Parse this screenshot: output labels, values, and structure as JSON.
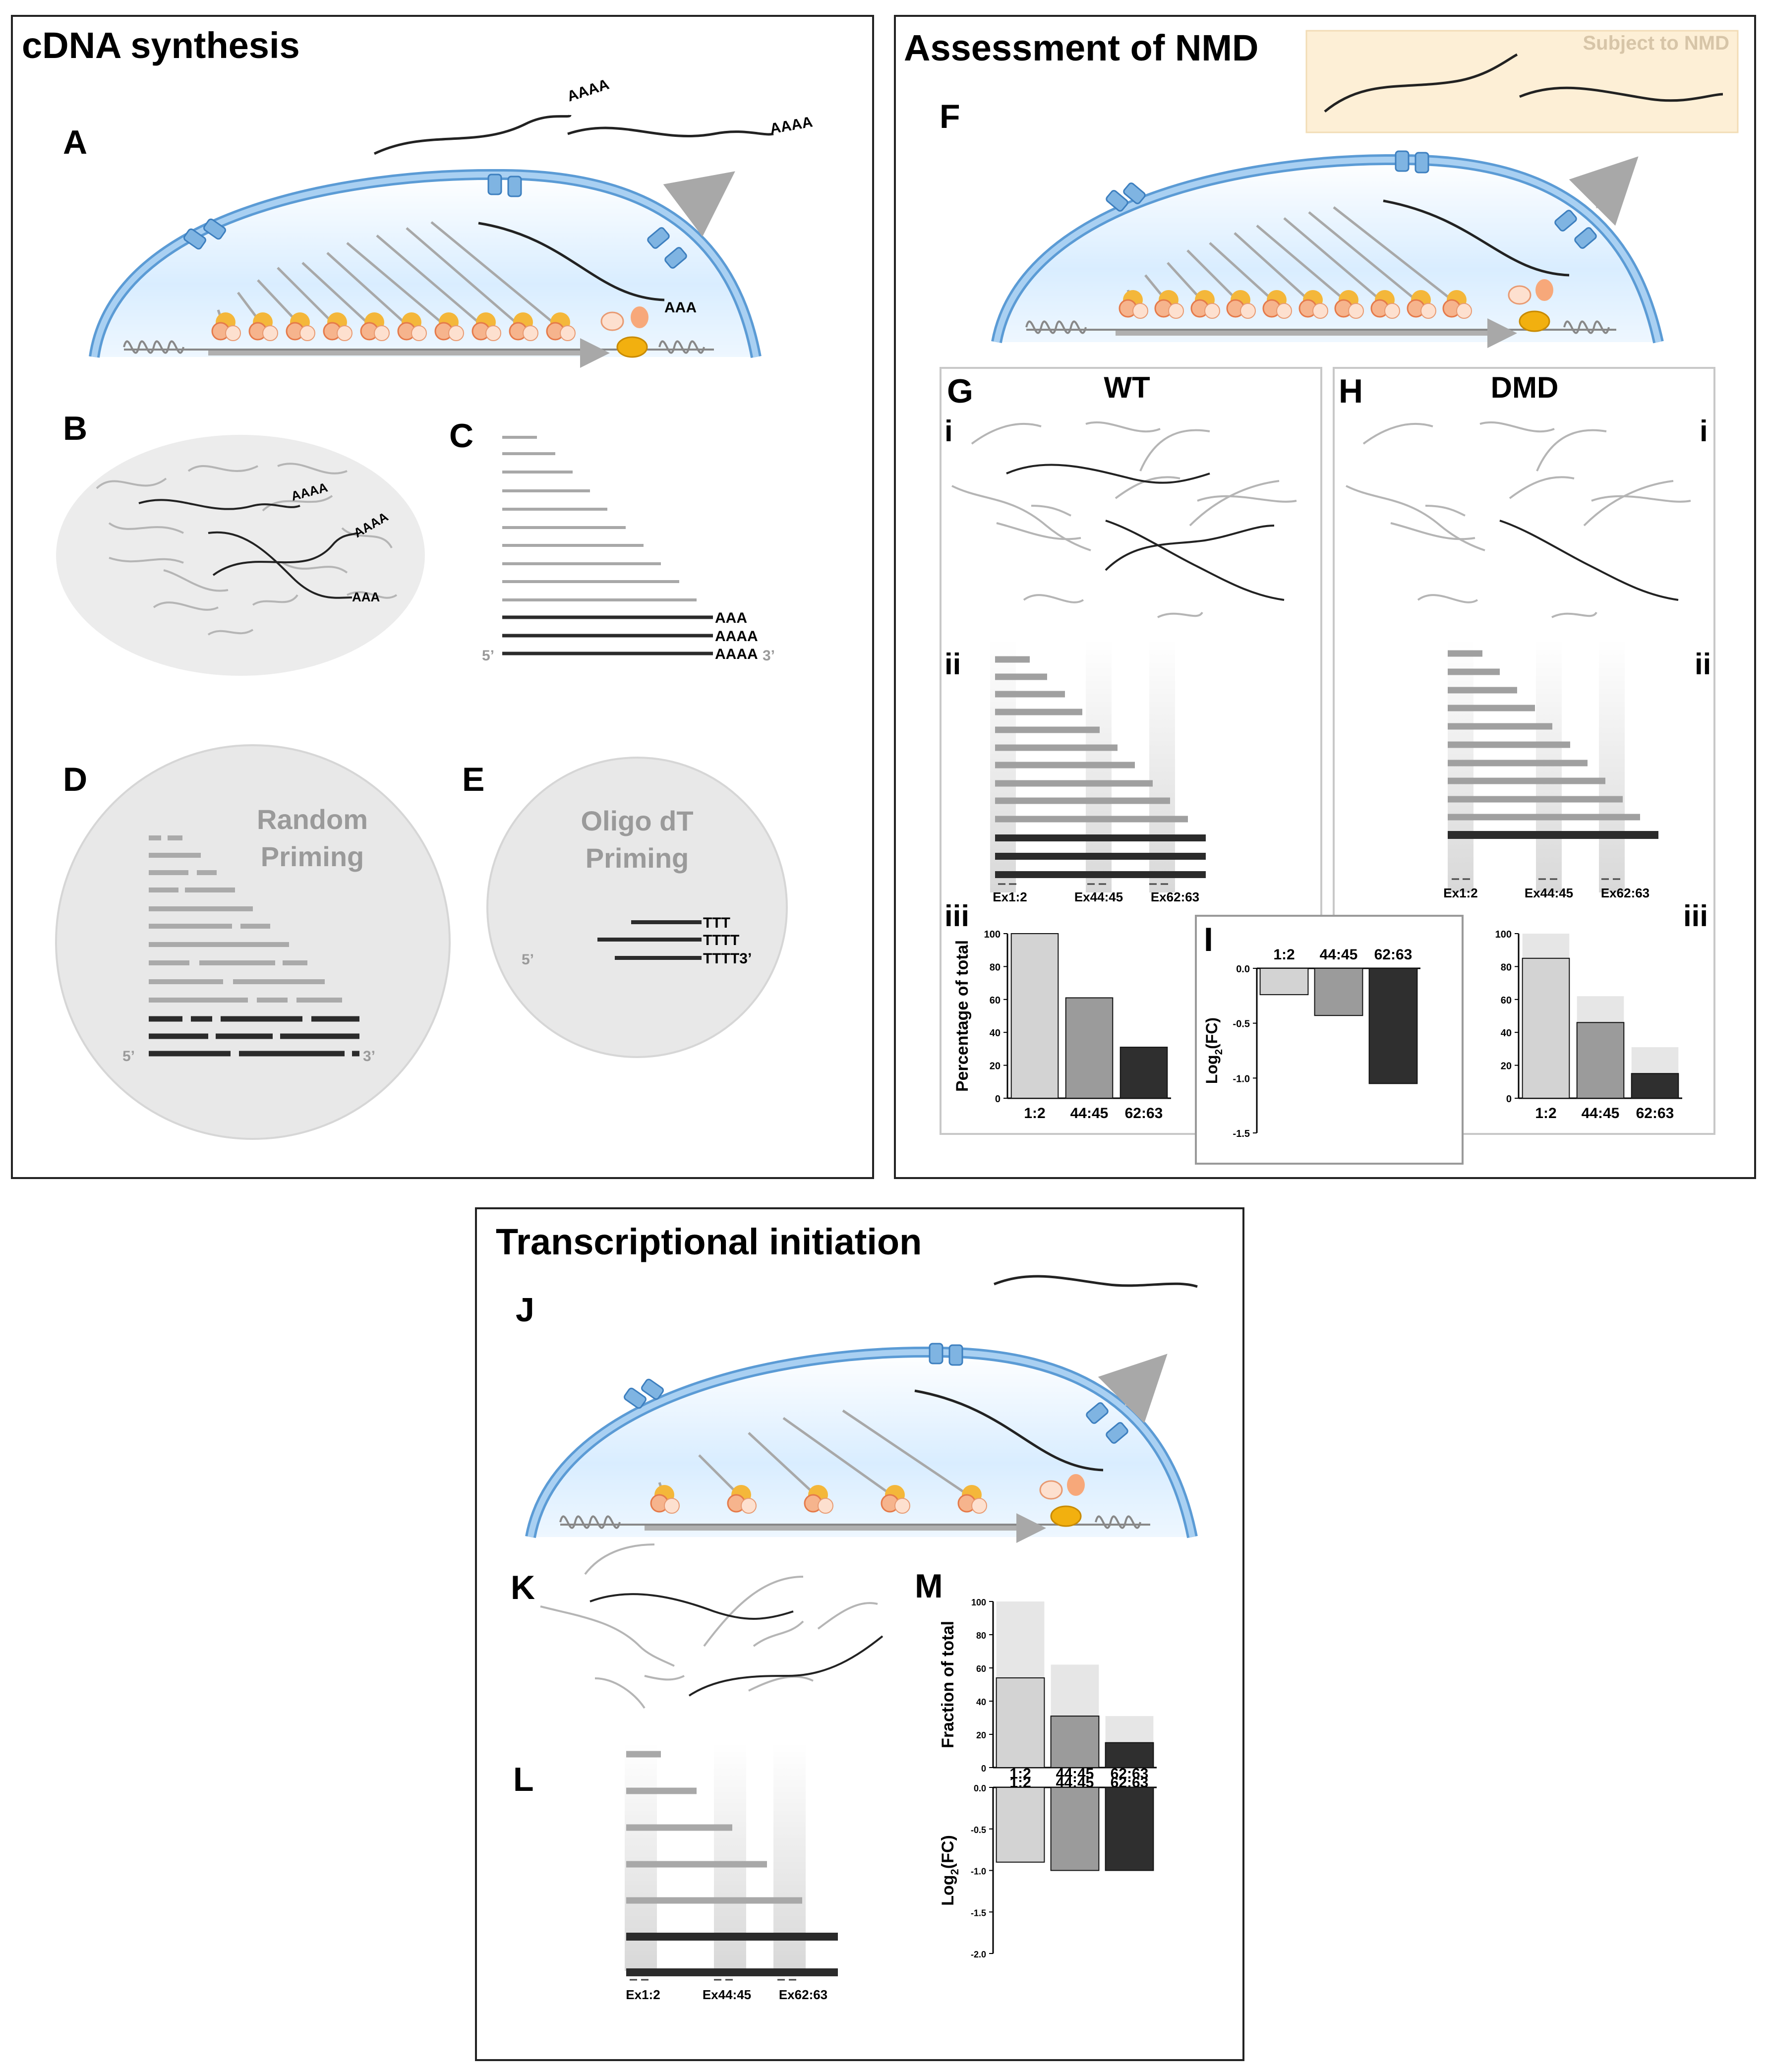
{
  "panels": {
    "cdna": {
      "title": "cDNA synthesis",
      "letters": [
        "A",
        "B",
        "C",
        "D",
        "E"
      ]
    },
    "nmd": {
      "title": "Assessment of NMD",
      "subject_label": "Subject to NMD",
      "letters": [
        "F",
        "G",
        "H",
        "I"
      ],
      "wt": "WT",
      "dmd": "DMD"
    },
    "ti": {
      "title": "Transcriptional initiation",
      "letters": [
        "J",
        "K",
        "L",
        "M"
      ]
    }
  },
  "cdna_text": {
    "polyA_3": "AAA",
    "polyA_4": "AAAA",
    "five_prime": "5’",
    "three_prime": "3’",
    "random_priming": [
      "Random",
      "Priming"
    ],
    "oligo_priming": [
      "Oligo dT",
      "Priming"
    ],
    "oligo_t3": "TTT",
    "oligo_t4": "TTTT",
    "oligo_t4_3": "TTTT3’"
  },
  "roman": {
    "i": "i",
    "ii": "ii",
    "iii": "iii"
  },
  "exon_labels": [
    "Ex1:2",
    "Ex44:45",
    "Ex62:63"
  ],
  "colors": {
    "nucleus_fill": "#dcefff",
    "membrane": "#8fc0e8",
    "bar_light": "#d3d3d3",
    "bar_mid": "#9b9b9b",
    "bar_dark": "#2f2f2f",
    "ghost": "#e6e6e6",
    "nmd_box": "#fdefd6"
  },
  "chart_data": [
    {
      "panel": "G iii",
      "type": "bar",
      "categories": [
        "1:2",
        "44:45",
        "62:63"
      ],
      "values": [
        100,
        61,
        31
      ],
      "ylabel": "Percentage of total",
      "ylim": [
        0,
        100
      ],
      "yticks": [
        "0",
        "20",
        "40",
        "60",
        "80",
        "100"
      ]
    },
    {
      "panel": "I",
      "type": "bar",
      "categories": [
        "1:2",
        "44:45",
        "62:63"
      ],
      "values": [
        -0.24,
        -0.43,
        -1.05
      ],
      "ylabel": "Log2(FC)",
      "ylabel_base": "Log",
      "ylabel_sub": "2",
      "ylabel_tail": "(FC)",
      "ylim": [
        -1.5,
        0
      ],
      "yticks": [
        "0.0",
        "-0.5",
        "-1.0",
        "-1.5"
      ]
    },
    {
      "panel": "H iii",
      "type": "bar",
      "categories": [
        "1:2",
        "44:45",
        "62:63"
      ],
      "values": [
        85,
        46,
        15
      ],
      "reference_values": [
        100,
        62,
        31
      ],
      "ylim": [
        0,
        100
      ],
      "yticks": [
        "0",
        "20",
        "40",
        "60",
        "80",
        "100"
      ]
    },
    {
      "panel": "M top",
      "type": "bar",
      "categories": [
        "1:2",
        "44:45",
        "62:63"
      ],
      "values": [
        54,
        31,
        15
      ],
      "reference_values": [
        100,
        62,
        31
      ],
      "ylabel": "Fraction of total",
      "ylim": [
        0,
        100
      ],
      "yticks": [
        "0",
        "20",
        "40",
        "60",
        "80",
        "100"
      ]
    },
    {
      "panel": "M bottom",
      "type": "bar",
      "categories": [
        "1:2",
        "44:45",
        "62:63"
      ],
      "values": [
        -0.9,
        -1.0,
        -1.0
      ],
      "ylabel": "Log2(FC)",
      "ylabel_base": "Log",
      "ylabel_sub": "2",
      "ylabel_tail": "(FC)",
      "ylim": [
        -2.0,
        0
      ],
      "yticks": [
        "0.0",
        "-0.5",
        "-1.0",
        "-1.5",
        "-2.0"
      ]
    }
  ]
}
